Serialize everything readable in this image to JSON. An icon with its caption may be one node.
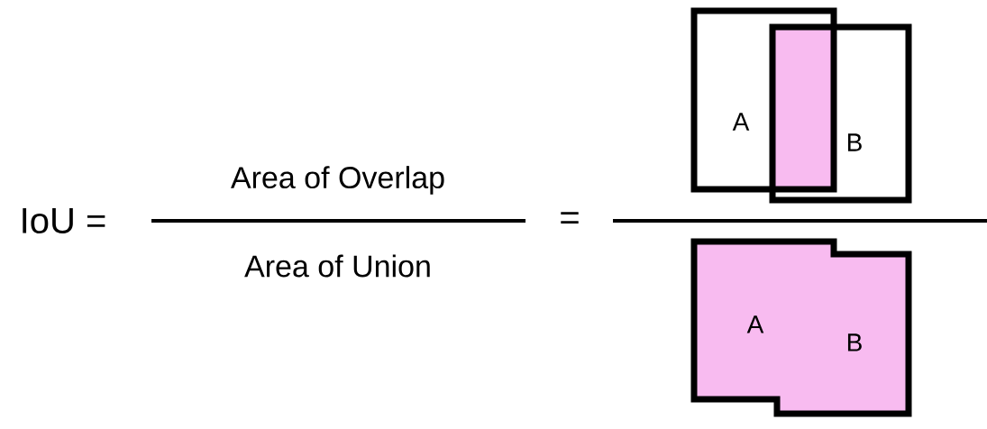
{
  "diagram": {
    "nodes": [
      {
        "text": [
          "A"
        ]
      },
      {
        "text": [
          "B"
        ]
      },
      {
        "text": [],
        "shape": "box"
      },
      {
        "text": [
          "A",
          "B"
        ]
      }
    ],
    "labels": [
      "IoU =",
      "Area of Overlap",
      "Area of Union",
      "="
    ]
  }
}
